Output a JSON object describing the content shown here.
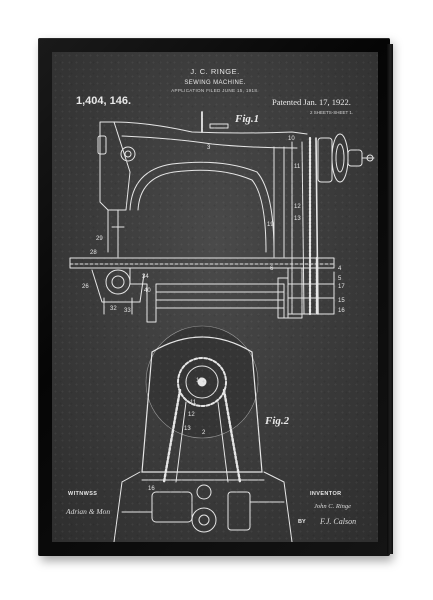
{
  "patent": {
    "inventor_name": "J. C. RINGE.",
    "title": "SEWING MACHINE.",
    "application": "APPLICATION  FILED JUNE 15, 1918.",
    "number": "1,404, 146.",
    "patented": "Patented Jan. 17, 1922.",
    "sheets": "2 SHEETS-SHEET 1."
  },
  "figures": {
    "fig1_label": "Fig.1",
    "fig2_label": "Fig.2"
  },
  "signatures": {
    "witnesses_label": "WITNWSS",
    "witness_signature": "Adrian & Mon",
    "inventor_label": "INVENTOR",
    "inventor_signature": "John C. Ringe",
    "by_label": "BY",
    "attorney_signature": "F.J. Calson"
  },
  "callouts": {
    "fig1": [
      "3",
      "10",
      "11",
      "12",
      "13",
      "19",
      "29",
      "28",
      "26",
      "32",
      "33",
      "34",
      "40",
      "4",
      "5",
      "6",
      "17",
      "15",
      "16"
    ],
    "fig2": [
      "10",
      "11",
      "12",
      "13",
      "16",
      "2"
    ]
  },
  "colors": {
    "frame": "#0a0a0a",
    "chalkboard": "#3d3d3d",
    "ink": "#e8e8e8"
  }
}
